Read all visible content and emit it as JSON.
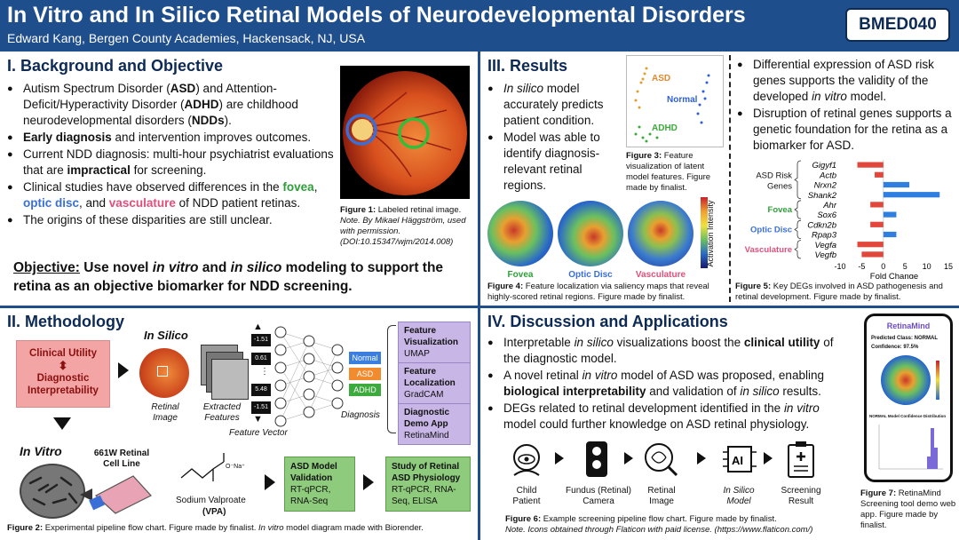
{
  "header": {
    "title": "In Vitro and In Silico Retinal Models of Neurodevelopmental Disorders",
    "authors": "Edward Kang, Bergen County Academies, Hackensack, NJ, USA",
    "code": "BMED040"
  },
  "background": {
    "heading": "I. Background and Objective",
    "bullets": [
      "Autism Spectrum Disorder (ASD) and Attention-Deficit/Hyperactivity Disorder (ADHD) are childhood neurodevelopmental disorders (NDDs).",
      "Early diagnosis and intervention improves outcomes.",
      "Current NDD diagnosis: multi-hour psychiatrist evaluations that are impractical for screening.",
      "Clinical studies have observed differences in the fovea, optic disc, and vasculature of NDD patient retinas.",
      "The origins of these disparities are still unclear."
    ],
    "fig1_caption_label": "Figure 1:",
    "fig1_caption": "Labeled retinal image.",
    "fig1_note": "Note. By Mikael Häggström, used with permission. (DOI:10.15347/wjm/2014.008)",
    "objective_label": "Objective:",
    "objective_text": "Use novel in vitro and in silico modeling to support the retina as an objective biomarker for NDD screening."
  },
  "methodology": {
    "heading": "II. Methodology",
    "clinical_utility": "Clinical Utility",
    "diagnostic_interpretability": "Diagnostic Interpretability",
    "in_silico": "In Silico",
    "in_vitro": "In Vitro",
    "retinal_image": "Retinal Image",
    "extracted_features": "Extracted Features",
    "feature_vector": "Feature Vector",
    "diagnosis": "Diagnosis",
    "feature_values": [
      "-1.51",
      "0.61",
      "5.48",
      "-1.51"
    ],
    "outputs": [
      "Normal",
      "ASD",
      "ADHD"
    ],
    "purple_boxes": [
      {
        "title": "Feature Visualization",
        "sub": "UMAP"
      },
      {
        "title": "Feature Localization",
        "sub": "GradCAM"
      },
      {
        "title": "Diagnostic Demo App",
        "sub": "RetinaMind"
      }
    ],
    "cell_line": "661W Retinal Cell Line",
    "vpa_label": "Sodium Valproate",
    "vpa_abbr": "(VPA)",
    "na_label": "O⁻Na⁺",
    "green_boxes": [
      {
        "title": "ASD Model Validation",
        "sub": "RT-qPCR, RNA-Seq"
      },
      {
        "title": "Study of Retinal ASD Physiology",
        "sub": "RT-qPCR, RNA-Seq, ELISA"
      }
    ],
    "fig2_label": "Figure 2:",
    "fig2_caption": "Experimental pipeline flow chart. Figure made by finalist. In vitro model diagram made with Biorender."
  },
  "results": {
    "heading": "III. Results",
    "bullets": [
      "In silico model accurately predicts patient condition.",
      "Model was able to identify diagnosis-relevant retinal regions."
    ],
    "umap_labels": [
      "ASD",
      "Normal",
      "ADHD"
    ],
    "fig3_label": "Figure 3:",
    "fig3_caption": "Feature visualization of latent model features. Figure made by finalist.",
    "saliency_labels": [
      "Fovea",
      "Optic Disc",
      "Vasculature"
    ],
    "colorbar_label": "Activation Intensity",
    "fig4_label": "Figure 4:",
    "fig4_caption": "Feature localization via saliency maps that reveal highly-scored retinal regions. Figure made by finalist.",
    "right_bullets": [
      "Differential expression of ASD risk genes supports the validity of the developed in vitro model.",
      "Disruption of retinal genes supports a genetic foundation for the retina as a biomarker for ASD."
    ],
    "fig5_label": "Figure 5:",
    "fig5_caption": "Key DEGs involved in ASD pathogenesis and retinal development. Figure made by finalist."
  },
  "chart_data": {
    "type": "bar",
    "orientation": "horizontal",
    "categories": [
      "Gigyf1",
      "Actb",
      "Nrxn2",
      "Shank2",
      "Ahr",
      "Sox6",
      "Cdkn2b",
      "Rpap3",
      "Vegfa",
      "Vegfb"
    ],
    "values": [
      -6,
      -2,
      6,
      13,
      -3,
      3,
      -3,
      3,
      -6,
      -5
    ],
    "groups": [
      {
        "name": "ASD Risk Genes",
        "members": [
          "Gigyf1",
          "Actb",
          "Nrxn2",
          "Shank2"
        ]
      },
      {
        "name": "Fovea",
        "members": [
          "Ahr",
          "Sox6"
        ]
      },
      {
        "name": "Optic Disc",
        "members": [
          "Cdkn2b",
          "Rpap3"
        ]
      },
      {
        "name": "Vasculature",
        "members": [
          "Vegfa",
          "Vegfb"
        ]
      }
    ],
    "xlabel": "Fold Change",
    "xticks": [
      -10,
      -5,
      0,
      5,
      10,
      15
    ],
    "xlim": [
      -10,
      15
    ],
    "colors": {
      "negative": "#e2473b",
      "positive": "#2f7fe0"
    }
  },
  "discussion": {
    "heading": "IV. Discussion and Applications",
    "bullets": [
      "Interpretable in silico visualizations boost the clinical utility of the diagnostic model.",
      "A novel retinal in vitro model of ASD was proposed, enabling biological interpretability and validation of in silico results.",
      "DEGs related to retinal development identified in the in vitro model could further knowledge on ASD retinal physiology."
    ],
    "pipeline": [
      {
        "label": "Child Patient",
        "icon": "child-eye-icon"
      },
      {
        "label": "Fundus (Retinal) Camera",
        "icon": "camera-icon"
      },
      {
        "label": "Retinal Image",
        "icon": "retina-icon"
      },
      {
        "label": "In Silico Model",
        "icon": "ai-icon"
      },
      {
        "label": "Screening Result",
        "icon": "clipboard-icon"
      }
    ],
    "fig6_label": "Figure 6:",
    "fig6_caption": "Example screening pipeline flow chart. Figure made by finalist.",
    "fig6_note": "Note. Icons obtained through Flaticon with paid license. (https://www.flaticon.com/)",
    "app_title": "RetinaMind",
    "app_predicted": "Predicted Class: NORMAL",
    "app_confidence": "Confidence: 97.5%",
    "app_dist": "NORMAL Model Confidence Distribution",
    "fig7_label": "Figure 7:",
    "fig7_caption": "RetinaMind Screening tool demo web app. Figure made by finalist."
  }
}
